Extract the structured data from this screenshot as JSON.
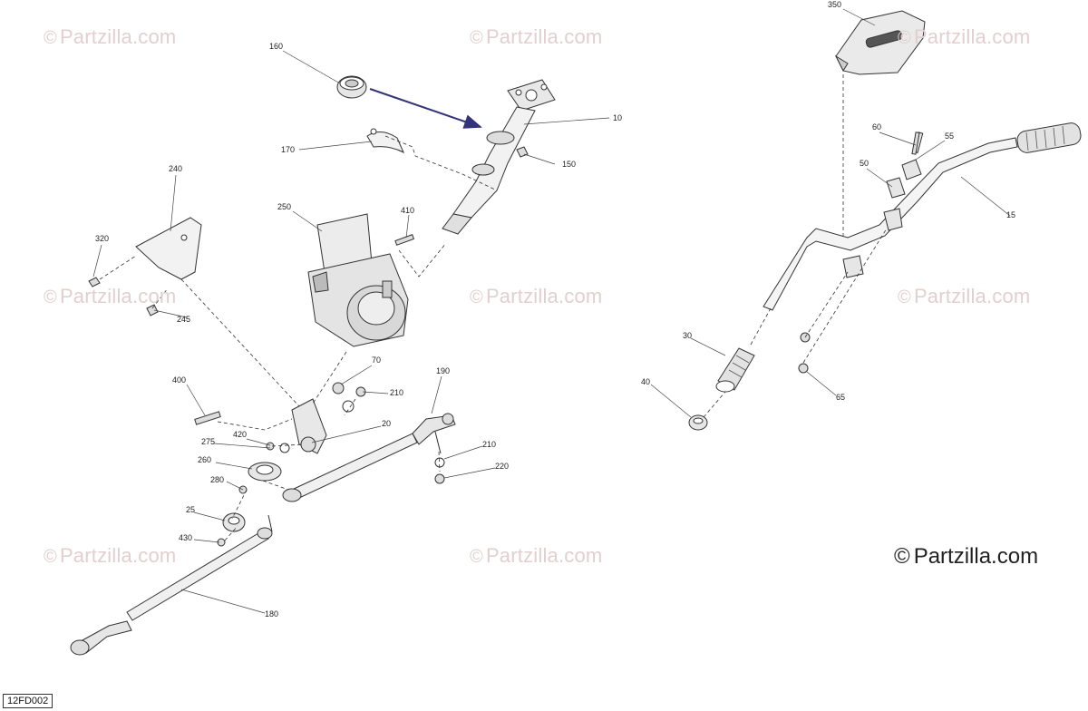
{
  "watermark": "Partzilla.com",
  "brand_mark": "Partzilla.com",
  "diagram_code": "12FD002",
  "callouts": [
    "350",
    "160",
    "10",
    "150",
    "170",
    "240",
    "250",
    "410",
    "320",
    "245",
    "400",
    "70",
    "210",
    "190",
    "420",
    "20",
    "275",
    "260",
    "280",
    "210",
    "220",
    "25",
    "430",
    "180",
    "60",
    "55",
    "50",
    "15",
    "30",
    "40",
    "65"
  ]
}
